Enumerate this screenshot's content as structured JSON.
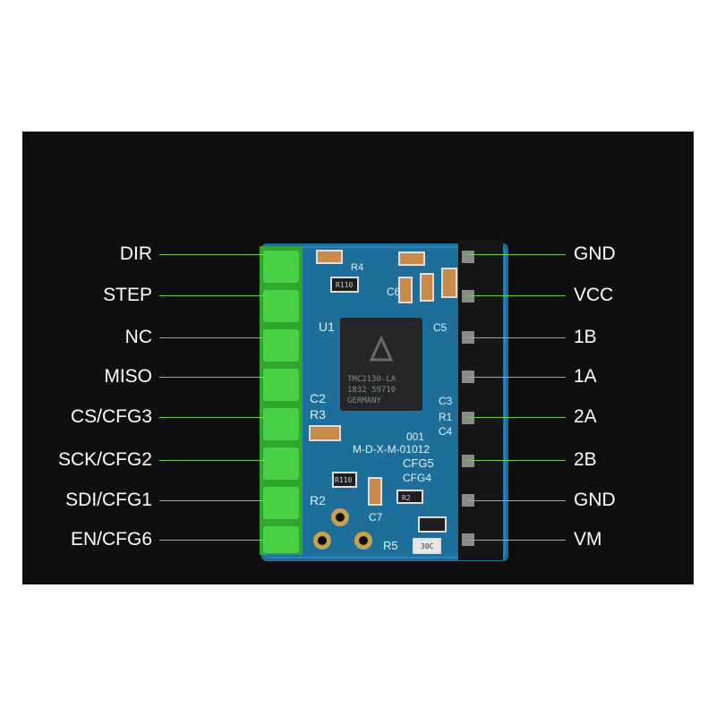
{
  "pins_left": [
    "DIR",
    "STEP",
    "NC",
    "MISO",
    "CS/CFG3",
    "SCK/CFG2",
    "SDI/CFG1",
    "EN/CFG6"
  ],
  "pins_right": [
    "GND",
    "VCC",
    "1B",
    "1A",
    "2A",
    "2B",
    "GND",
    "VM"
  ],
  "board": {
    "chip_text": [
      "TMC2130-LA",
      "1832 59710",
      "GERMANY"
    ],
    "silkscreen": {
      "u1": "U1",
      "c2": "C2",
      "r3": "R3",
      "r2": "R2",
      "r4": "R4",
      "r5": "R5",
      "c5": "C5",
      "c6": "C6",
      "c3": "C3",
      "c4": "C4",
      "c7": "C7",
      "r1": "R1",
      "model": "M-D-X-M-01012",
      "batch": "001",
      "cfg5": "CFG5",
      "cfg4": "CFG4"
    },
    "resistor_codes": [
      "R110",
      "R110",
      "R2",
      "30C"
    ]
  },
  "colors": {
    "background": "#0f0f10",
    "pcb": "#1d6e9a",
    "header_green": "#3fc23a",
    "header_black": "#141414",
    "leader_line": "#6fd34a",
    "label_text": "#ffffff"
  }
}
